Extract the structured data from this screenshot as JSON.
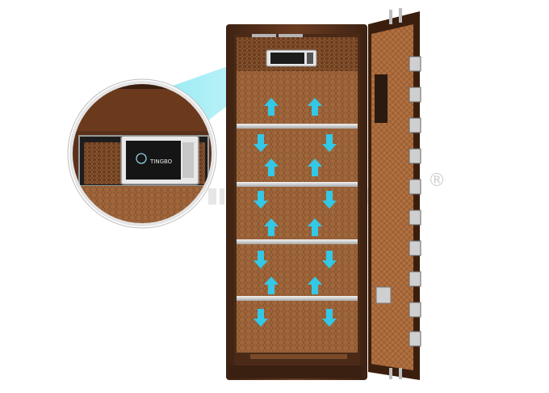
{
  "watermark": {
    "registered_mark": "®"
  },
  "lock_brand": "TINGBO",
  "colors": {
    "cabinet_frame": "#5a3420",
    "cabinet_inner": "#9a5e36",
    "door_panel": "#a96a3e",
    "shelf": "#d8d8d8",
    "airflow_arrow": "#33c8e6",
    "magnifier_beam": "#8ee8f2",
    "hinge": "#cfcfcf"
  },
  "airflow": {
    "rows": [
      {
        "direction": "up"
      },
      {
        "direction": "down"
      },
      {
        "direction": "up"
      },
      {
        "direction": "down"
      },
      {
        "direction": "up"
      },
      {
        "direction": "down"
      },
      {
        "direction": "up"
      },
      {
        "direction": "down"
      }
    ]
  },
  "icons": [
    "fingerprint-icon",
    "lock-keypad-icon",
    "hinge-icon",
    "arrow-up-icon",
    "arrow-down-icon"
  ]
}
